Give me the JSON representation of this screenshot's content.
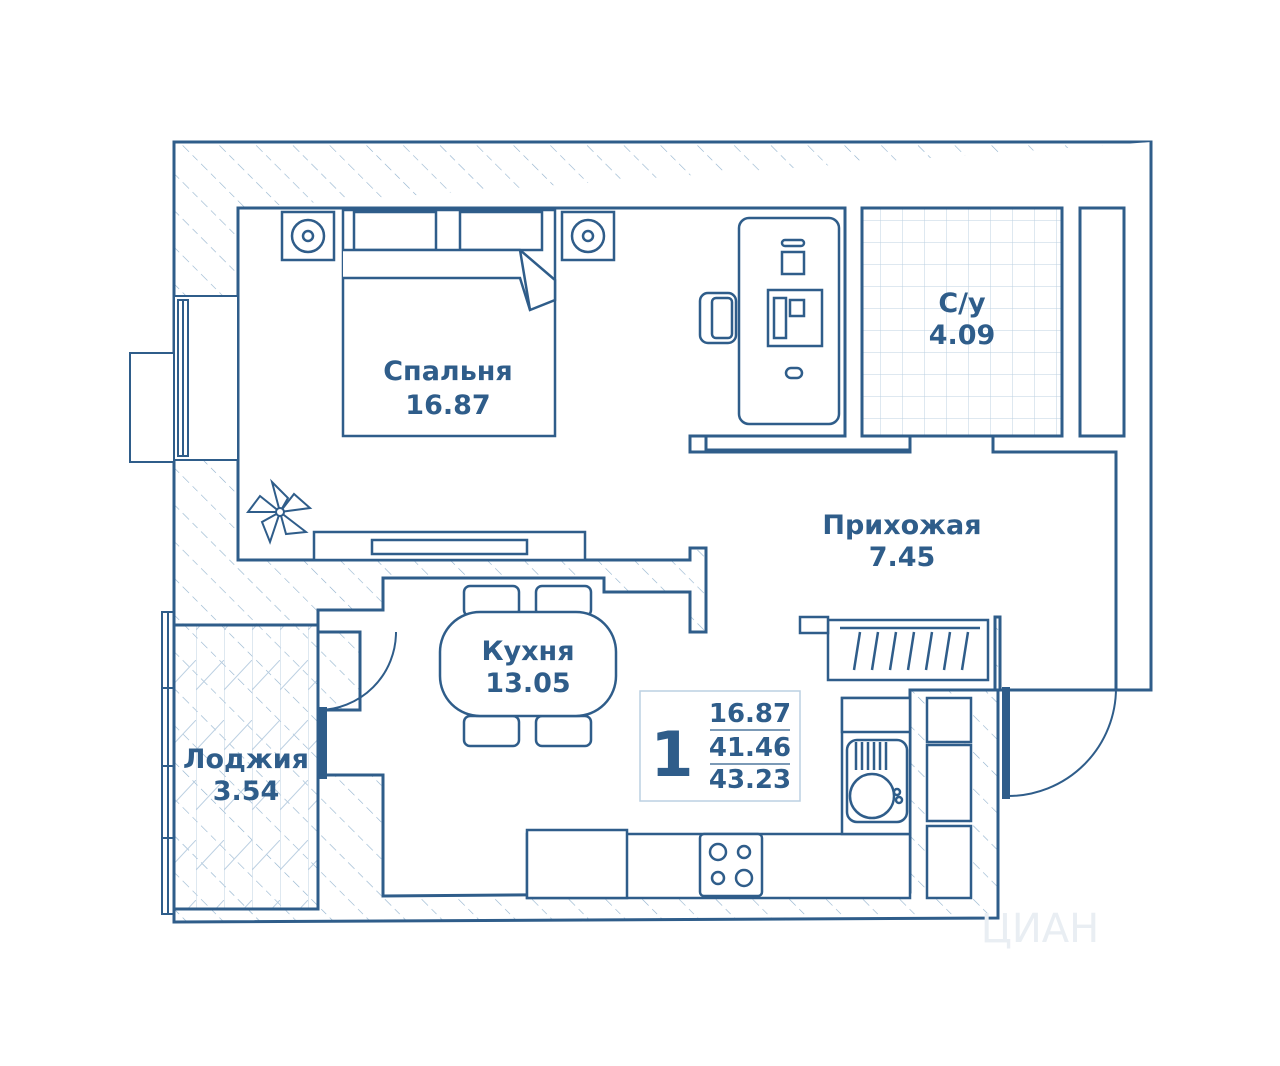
{
  "colors": {
    "stroke": "#2f5d8a",
    "hatch": "#8fb0cc",
    "grid": "#bcd0e2",
    "background": "#ffffff"
  },
  "rooms": {
    "bedroom": {
      "name": "Спальня",
      "area": "16.87"
    },
    "bathroom": {
      "name": "С/у",
      "area": "4.09"
    },
    "hallway": {
      "name": "Прихожая",
      "area": "7.45"
    },
    "kitchen": {
      "name": "Кухня",
      "area": "13.05"
    },
    "loggia": {
      "name": "Лоджия",
      "area": "3.54"
    }
  },
  "summary": {
    "rooms_count": "1",
    "living_area": "16.87",
    "total_area": "41.46",
    "total_with_loggia": "43.23"
  },
  "watermark": "ЦИАН"
}
